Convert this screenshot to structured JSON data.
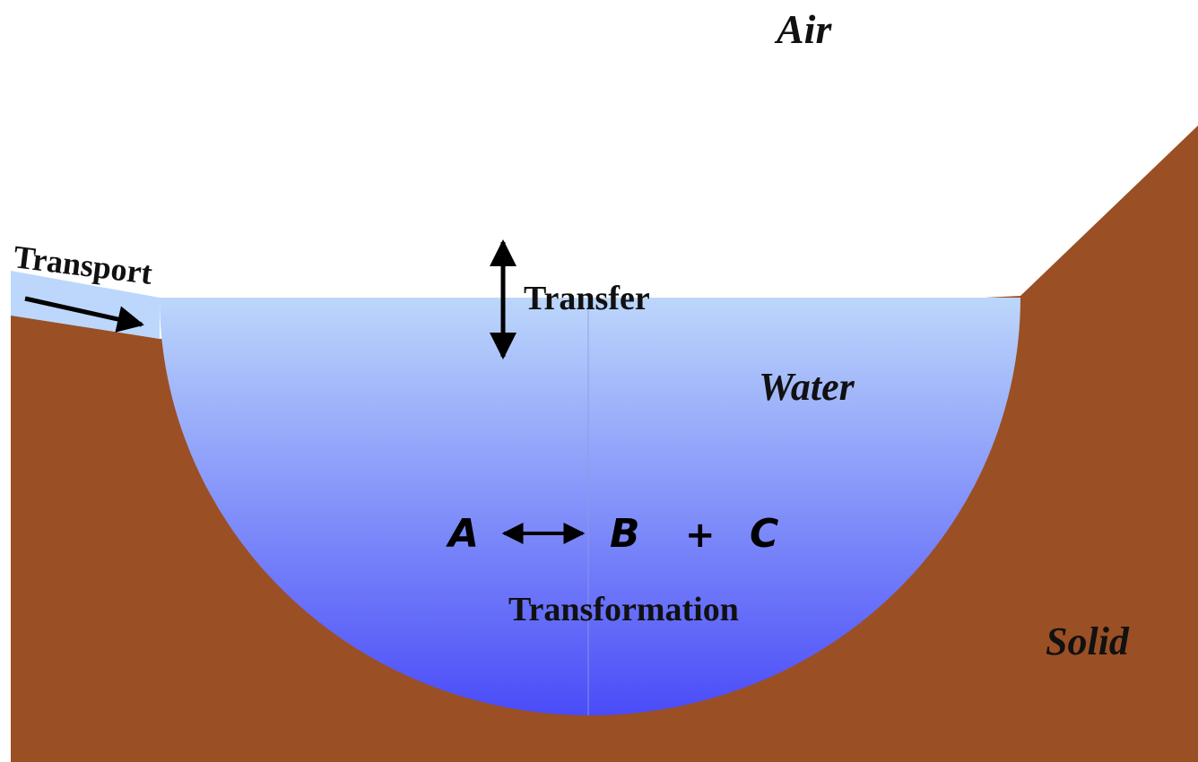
{
  "regions": {
    "air": "Air",
    "water": "Water",
    "solid": "Solid"
  },
  "processes": {
    "transport": "Transport",
    "transfer": "Transfer",
    "transformation": "Transformation"
  },
  "reaction": {
    "reactant": "A",
    "product_1": "B",
    "operator": "+",
    "product_2": "C"
  },
  "colors": {
    "solid": "#9b4f24",
    "water_top": "#bcd7fb",
    "water_bottom": "#4a4cf8",
    "air": "#ffffff",
    "text": "#111111"
  }
}
